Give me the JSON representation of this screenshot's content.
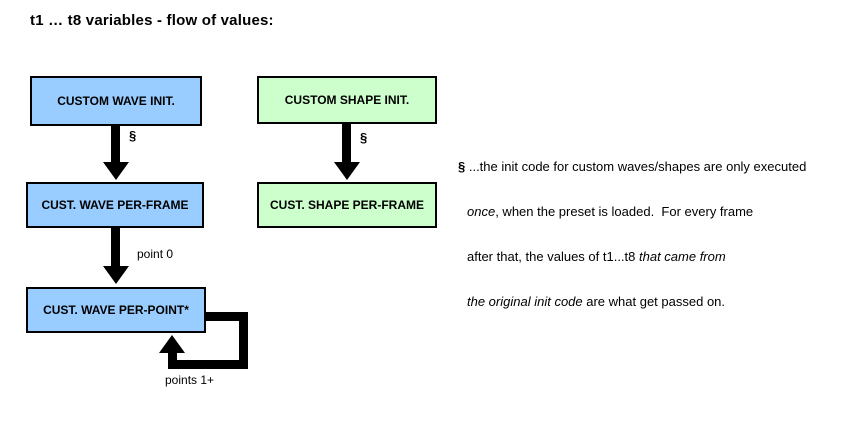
{
  "title": "t1 … t8 variables - flow of values:",
  "colors": {
    "wave_box": "#99ccff",
    "shape_box": "#ccffcc"
  },
  "boxes": {
    "wave_init": "CUSTOM WAVE INIT.",
    "wave_per_frame": "CUST. WAVE PER-FRAME",
    "wave_per_point": "CUST. WAVE PER-POINT*",
    "shape_init": "CUSTOM SHAPE INIT.",
    "shape_per_frame": "CUST. SHAPE PER-FRAME"
  },
  "labels": {
    "wave_section": "§",
    "shape_section": "§",
    "point0": "point 0",
    "points1plus": "points 1+"
  },
  "note": {
    "marker": "§",
    "l1": " ...the init code for custom waves/shapes are only executed",
    "l2_italic": "once",
    "l2_rest": ", when the preset is loaded.  For every frame",
    "l3_start": "after that, the values of t1...t8 ",
    "l3_italic": "that came from",
    "l4_italic": "the original init code",
    "l4_rest": " are what get passed on."
  }
}
